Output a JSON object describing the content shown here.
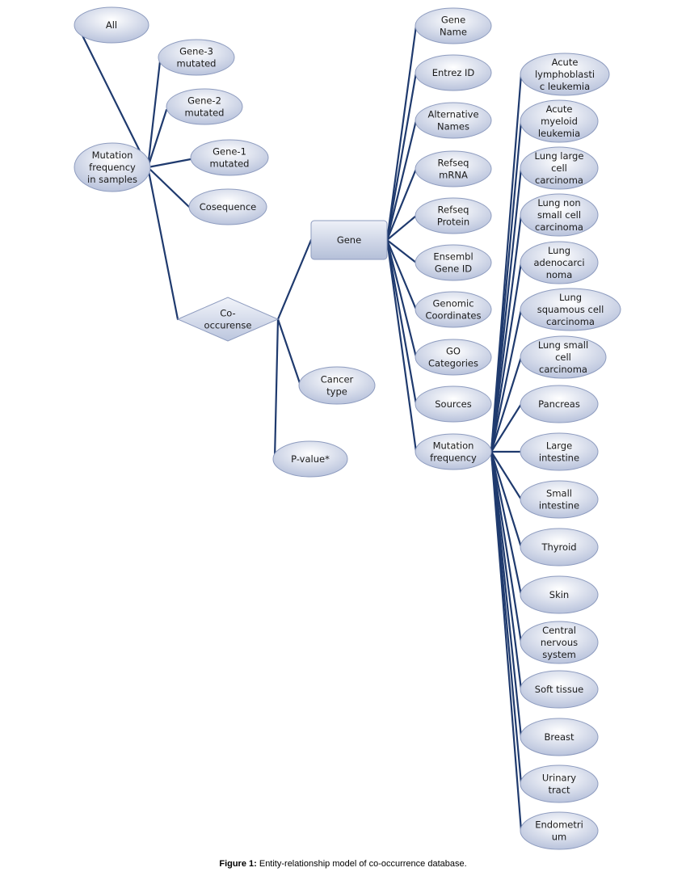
{
  "diagram": {
    "nodes": {
      "all": "All",
      "gene3": [
        "Gene-3",
        "mutated"
      ],
      "gene2": [
        "Gene-2",
        "mutated"
      ],
      "gene1": [
        "Gene-1",
        "mutated"
      ],
      "cosequence": "Cosequence",
      "mutation_frequency_samples": [
        "Mutation",
        "frequency",
        "in samples"
      ],
      "co_occurense": [
        "Co-",
        "occurense"
      ],
      "gene": "Gene",
      "cancer_type": [
        "Cancer",
        "type"
      ],
      "p_value": "P-value*",
      "gene_name": [
        "Gene",
        "Name"
      ],
      "entrez_id": "Entrez ID",
      "alternative_names": [
        "Alternative",
        "Names"
      ],
      "refseq_mrna": [
        "Refseq",
        "mRNA"
      ],
      "refseq_protein": [
        "Refseq",
        "Protein"
      ],
      "ensembl_gene_id": [
        "Ensembl",
        "Gene ID"
      ],
      "genomic_coordinates": [
        "Genomic",
        "Coordinates"
      ],
      "go_categories": [
        "GO",
        "Categories"
      ],
      "sources": "Sources",
      "mutation_frequency": [
        "Mutation",
        "frequency"
      ],
      "all_leukemia": [
        "Acute",
        "lymphoblasti",
        "c leukemia"
      ],
      "aml": [
        "Acute",
        "myeloid",
        "leukemia"
      ],
      "lung_large_cell": [
        "Lung large",
        "cell",
        "carcinoma"
      ],
      "lung_non_small_cell": [
        "Lung non",
        "small cell",
        "carcinoma"
      ],
      "lung_adeno": [
        "Lung",
        "adenocarci",
        "noma"
      ],
      "lung_squamous": [
        "Lung",
        "squamous cell",
        "carcinoma"
      ],
      "lung_small_cell": [
        "Lung small",
        "cell",
        "carcinoma"
      ],
      "pancreas": "Pancreas",
      "large_intestine": [
        "Large",
        "intestine"
      ],
      "small_intestine": [
        "Small",
        "intestine"
      ],
      "thyroid": "Thyroid",
      "skin": "Skin",
      "cns": [
        "Central",
        "nervous",
        "system"
      ],
      "soft_tissue": "Soft tissue",
      "breast": "Breast",
      "urinary_tract": [
        "Urinary",
        "tract"
      ],
      "endometrium": [
        "Endometri",
        "um"
      ]
    }
  },
  "caption": {
    "label": "Figure 1:",
    "text": " Entity-relationship model of co-occurrence database."
  }
}
